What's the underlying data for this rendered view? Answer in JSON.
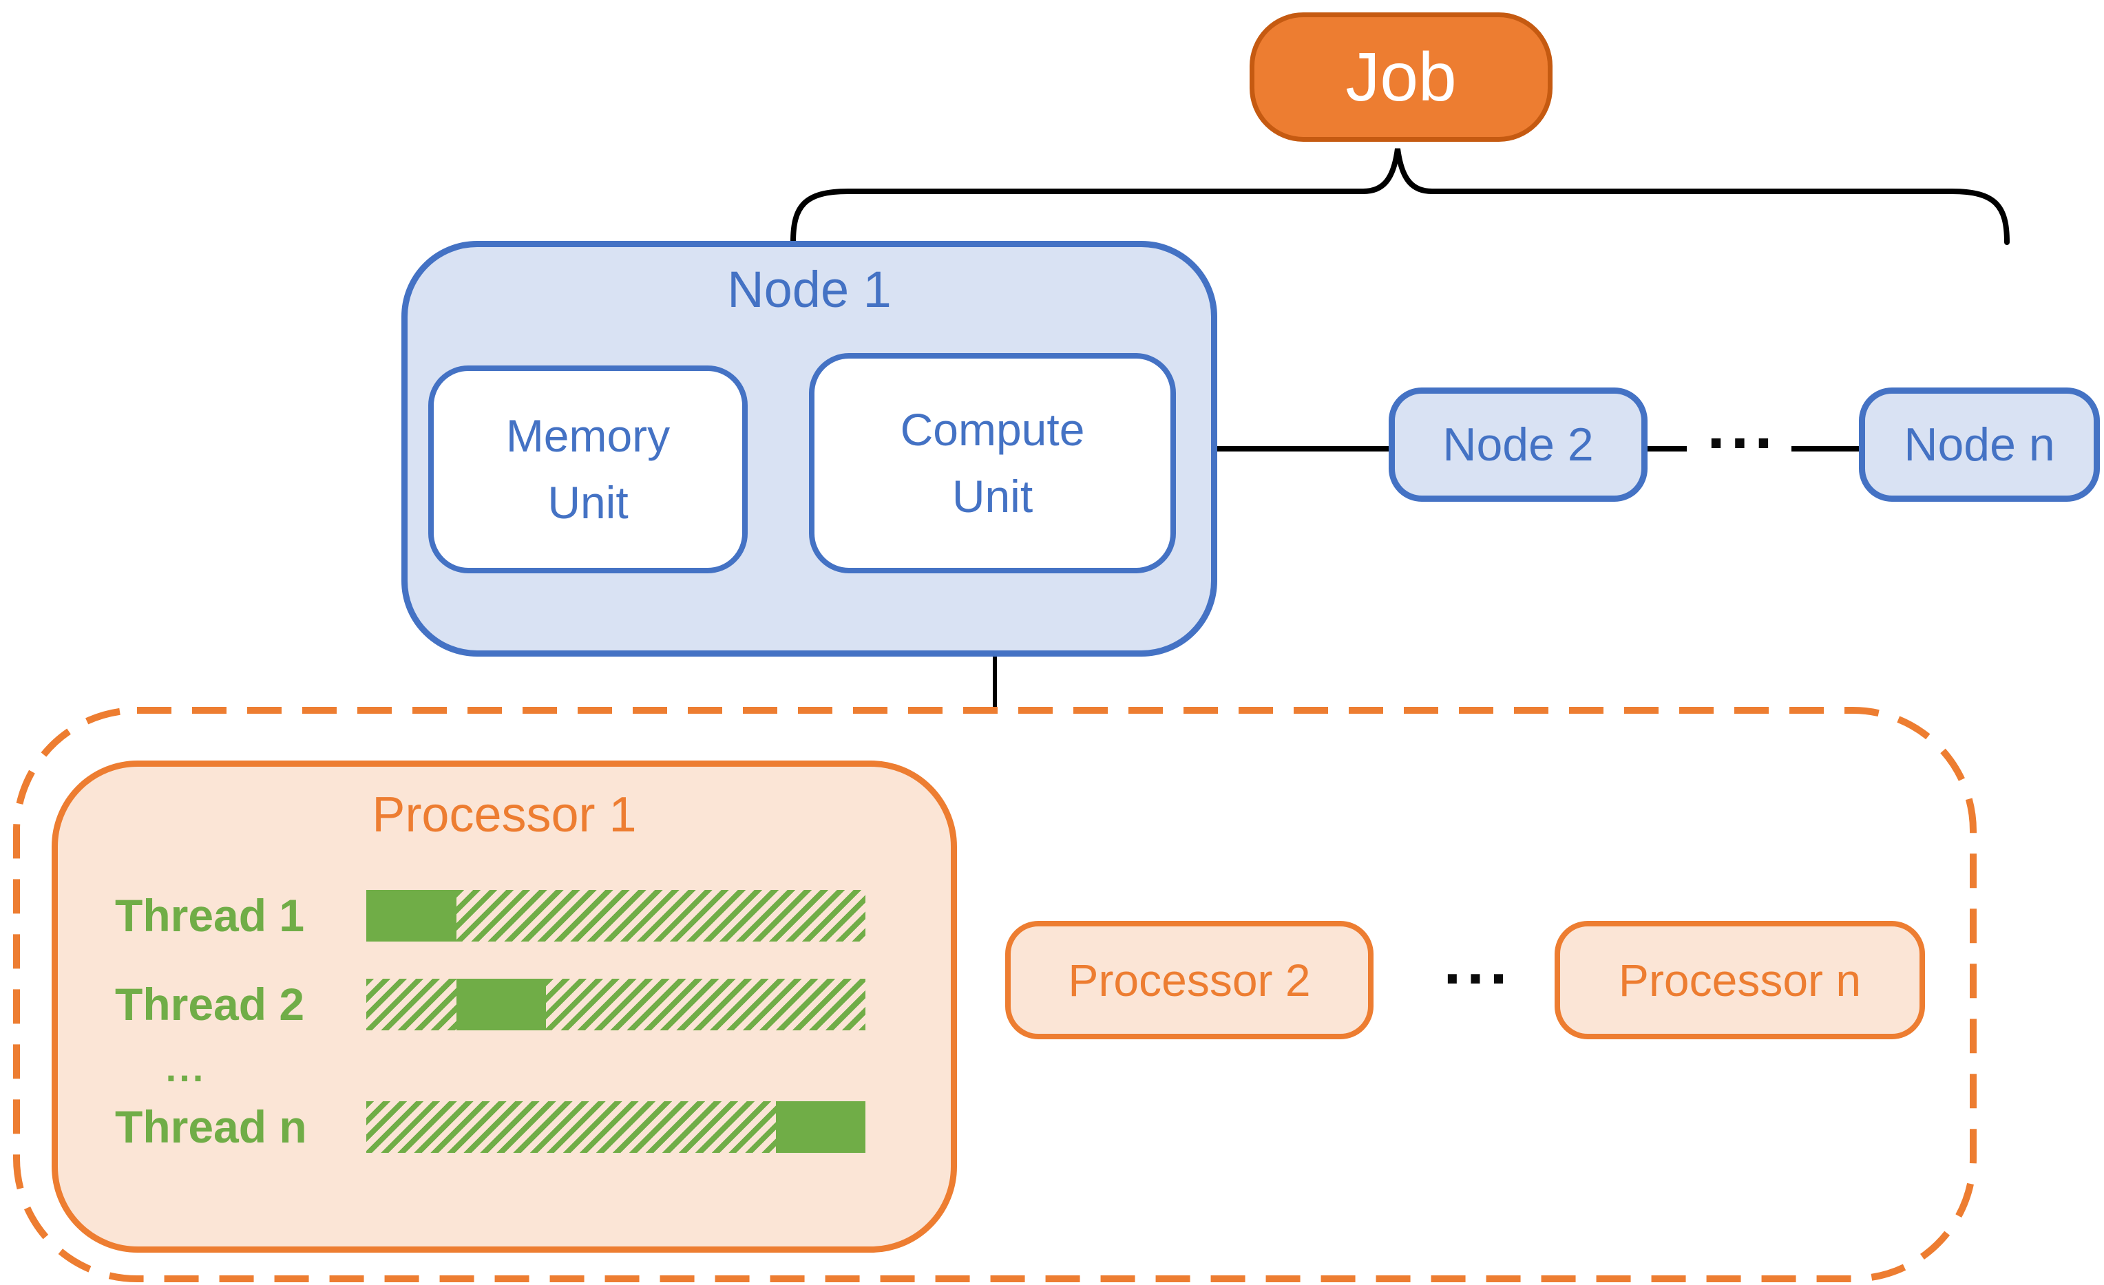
{
  "colors": {
    "orange": "#ED7D31",
    "orange_dark": "#C55A11",
    "orange_light": "#FBE5D6",
    "blue": "#4472C4",
    "blue_light": "#D9E2F3",
    "green": "#70AD47",
    "line_black": "#000000",
    "text_white": "#FFFFFF"
  },
  "job": {
    "label": "Job"
  },
  "nodes": {
    "node1": {
      "title": "Node 1",
      "units": [
        {
          "line1": "Memory",
          "line2": "Unit"
        },
        {
          "line1": "Compute",
          "line2": "Unit"
        }
      ]
    },
    "node2": {
      "label": "Node 2"
    },
    "node_n": {
      "label": "Node n"
    },
    "ellipsis": "..."
  },
  "processors": {
    "processor1": {
      "title": "Processor 1",
      "threads": [
        {
          "label": "Thread 1",
          "bar_segments": [
            {
              "pattern": "solid",
              "width_pct": 18
            },
            {
              "pattern": "hatched",
              "width_pct": 82
            }
          ]
        },
        {
          "label": "Thread 2",
          "bar_segments": [
            {
              "pattern": "hatched",
              "width_pct": 18
            },
            {
              "pattern": "solid",
              "width_pct": 18
            },
            {
              "pattern": "hatched",
              "width_pct": 64
            }
          ]
        },
        {
          "label": "Thread n",
          "bar_segments": [
            {
              "pattern": "hatched",
              "width_pct": 82
            },
            {
              "pattern": "solid",
              "width_pct": 18
            }
          ]
        }
      ],
      "ellipsis": "..."
    },
    "processor2": {
      "label": "Processor 2"
    },
    "processor_n": {
      "label": "Processor n"
    },
    "ellipsis": "..."
  }
}
